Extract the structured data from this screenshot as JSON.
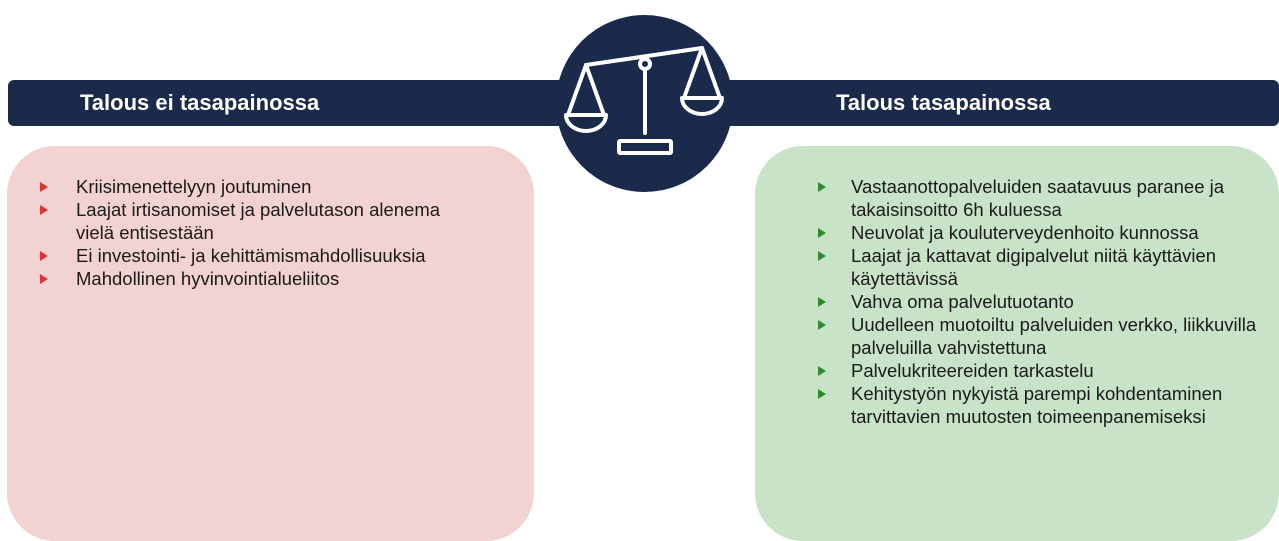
{
  "header": {
    "left_title": "Talous ei tasapainossa",
    "right_title": "Talous tasapainossa"
  },
  "left_panel": {
    "items": [
      "Kriisimenettelyyn joutuminen",
      "Laajat irtisanomiset ja palvelutason alenema vielä entisestään",
      "Ei investointi- ja kehittämismahdollisuuksia",
      "Mahdollinen hyvinvointialueliitos"
    ]
  },
  "right_panel": {
    "items": [
      "Vastaanottopalveluiden saatavuus paranee ja takaisinsoitto 6h kuluessa",
      "Neuvolat ja kouluterveydenhoito kunnossa",
      "Laajat ja kattavat digipalvelut niitä käyttävien käytettävissä",
      "Vahva oma palvelutuotanto",
      "Uudelleen muotoiltu palveluiden verkko, liikkuvilla palveluilla vahvistettuna",
      "Palvelukriteereiden tarkastelu",
      "Kehitystyön nykyistä parempi kohdentaminen tarvittavien muutosten toimeenpanemiseksi"
    ]
  },
  "colors": {
    "navy": "#1b2a4a",
    "left_panel_bg": "#f3d3d1",
    "right_panel_bg": "#c9e3c8",
    "left_bullet": "#d8343a",
    "right_bullet": "#2e8a2e"
  },
  "icons": {
    "center": "balance-scale-icon",
    "bullet": "triangle-bullet-icon"
  }
}
